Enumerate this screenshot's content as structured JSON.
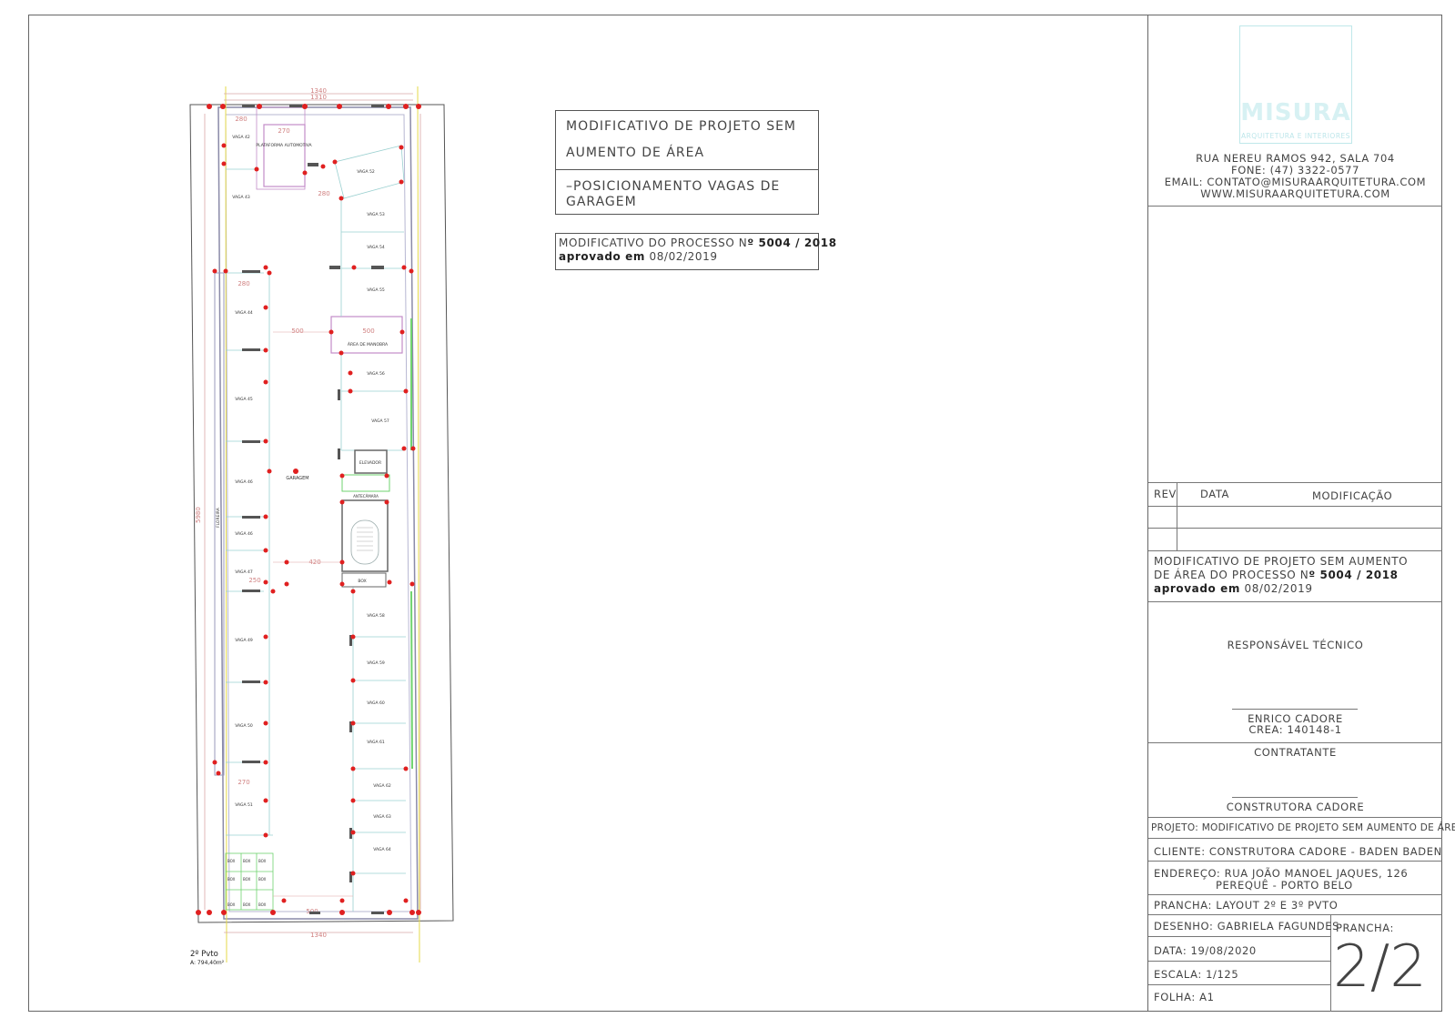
{
  "notes": {
    "main_title_line1": "MODIFICATIVO DE PROJETO SEM",
    "main_title_line2": "AUMENTO DE ÁREA",
    "subtitle_line1": "–POSICIONAMENTO VAGAS DE",
    "subtitle_line2": "GARAGEM",
    "process_prefix": "MODIFICATIVO DO PROCESSO N",
    "process_number": "º 5004 / 2018",
    "approved_label": "aprovado em",
    "approved_date": "08/02/2019"
  },
  "plan": {
    "floor_name": "2º Pvto",
    "floor_area": "A: 794,40m²",
    "center_label": "GARAGEM",
    "lift_label": "PLATAFORMA AUTOMOTIVA",
    "maneuver_label": "ÁREA DE MANOBRA",
    "elevator_label": "ELEVADOR",
    "antechamber_label": "ANTECÂMARA",
    "box_label": "BOX",
    "flower_label": "FLOREIRA",
    "dims": {
      "top_outer": "1340",
      "top_inner": "1310",
      "bottom": "1340",
      "bottom_inner": "500",
      "left_total": "5980",
      "mid": "420",
      "upper_mid": "500",
      "upper_right": "500",
      "left_top": "280",
      "left_top2": "280",
      "inner_top": "270",
      "right_top": "280",
      "vaga_left_bottom": "270",
      "vaga_left_bottom2": "250"
    },
    "vagas_left": [
      "VAGA 42",
      "VAGA 43",
      "VAGA 44",
      "VAGA 45",
      "VAGA 46",
      "VAGA 46",
      "VAGA 47",
      "VAGA 49",
      "VAGA 50",
      "VAGA 51"
    ],
    "vagas_right": [
      "VAGA 52",
      "VAGA 53",
      "VAGA 54",
      "VAGA 55",
      "VAGA 56",
      "VAGA 57",
      "VAGA 58",
      "VAGA 59",
      "VAGA 60",
      "VAGA 61",
      "VAGA 62",
      "VAGA 63",
      "VAGA 64"
    ],
    "box_cells": [
      "BOX",
      "BOX",
      "BOX",
      "BOX",
      "BOX",
      "BOX",
      "BOX",
      "BOX",
      "BOX"
    ]
  },
  "title_block": {
    "logo": "MISURA",
    "logo_sub": "ARQUITETURA E INTERIORES",
    "address": "RUA NEREU RAMOS 942, SALA 704",
    "phone": "FONE: (47) 3322-0577",
    "email": "EMAIL: CONTATO@MISURAARQUITETURA.COM",
    "website": "WWW.MISURAARQUITETURA.COM",
    "rev_header": "REV",
    "date_header": "DATA",
    "mod_header": "MODIFICAÇÃO",
    "mod_desc_line1": "MODIFICATIVO DE PROJETO SEM AUMENTO",
    "mod_desc_line2_prefix": "DE ÁREA DO PROCESSO N",
    "mod_desc_line2_number": "º 5004 / 2018",
    "mod_desc_approved_label": "aprovado em",
    "mod_desc_approved_date": "08/02/2019",
    "responsible_label": "RESPONSÁVEL TÉCNICO",
    "responsible_name": "ENRICO CADORE",
    "responsible_crea": "CREA: 140148-1",
    "contractor_label": "CONTRATANTE",
    "contractor_name": "CONSTRUTORA CADORE",
    "project": "PROJETO: MODIFICATIVO DE PROJETO SEM AUMENTO DE ÁREA",
    "client": "CLIENTE: CONSTRUTORA CADORE - BADEN BADEN",
    "address_line1": "ENDEREÇO: RUA JOÃO MANOEL JAQUES, 126",
    "address_line2": "PEREQUÊ - PORTO BELO",
    "sheet": "PRANCHA: LAYOUT 2º E 3º PVTO",
    "drawing": "DESENHO: GABRIELA FAGUNDES",
    "sheet_number_label": "PRANCHA:",
    "date": "DATA: 19/08/2020",
    "scale": "ESCALA: 1/125",
    "folha": "FOLHA: A1",
    "sheet_number": "2/2"
  }
}
